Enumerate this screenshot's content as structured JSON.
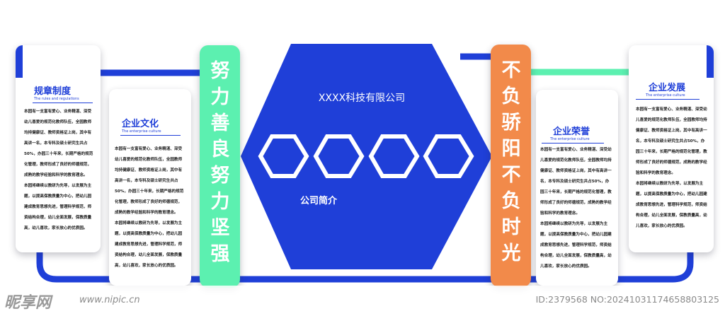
{
  "colors": {
    "primary_blue": "#1f3fd8",
    "green_accent": "#5cf0b0",
    "orange_accent": "#f28a4a"
  },
  "center": {
    "company_name": "XXXX科技有限公司",
    "intro_label": "公司简介"
  },
  "slogans": {
    "left": "努力善良  努力坚强",
    "right": "不负骄阳  不负时光"
  },
  "panels": {
    "rules": {
      "title": "规章制度",
      "subtitle": "The rules and regulations",
      "paragraphs": [
        "本园有一支富有爱心、业务精湛、深受幼儿喜爱的规范化教师队伍，全园教师均持健康证、教师资格证上岗，其中有高讲一名，本专科及硕士研究生共占50%，办园三十年来，长期严格的规范化管理，教师形成了良好的师德规范，成熟的教学经验和科学的教育理念。",
        "本园将继续以教研为先导，以发展为主题，以提高保教质量为中心，把幼儿园建成教育思想先进，管理科学规范，师资结构合理，幼儿全面发展，保教质量高，幼儿喜欢，家长放心的优质园。"
      ]
    },
    "culture": {
      "title": "企业文化",
      "subtitle": "The enterprise culture",
      "paragraphs": [
        "本园有一支富有爱心、业务精湛、深受幼儿喜爱的规范化教师队伍，全园教师均持健康证、教师资格证上岗，其中有高讲一名，本专科及硕士研究生共占50%，办园三十年来，长期严格的规范化管理，教师形成了良好的师德规范，成熟的教学经验和科学的教育理念。",
        "本园将继续以教研为先导，以发展为主题，以提高保教质量为中心，把幼儿园建成教育思想先进，管理科学规范，师资结构合理，幼儿全面发展，保教质量高，幼儿喜欢，家长放心的优质园。"
      ]
    },
    "honor": {
      "title": "企业荣誉",
      "subtitle": "The enterprise culture",
      "paragraphs": [
        "本园有一支富有爱心、业务精湛、深受幼儿喜爱的规范化教师队伍，全园教师均持健康证、教师资格证上岗，其中有高讲一名，本专科及硕士研究生共占50%，办园三十年来，长期严格的规范化管理，教师形成了良好的师德规范，成熟的教学经验和科学的教育理念。",
        "本园将继续以教研为先导，以发展为主题，以提高保教质量为中心，把幼儿园建成教育思想先进，管理科学规范，师资结构合理，幼儿全面发展，保教质量高，幼儿喜欢，家长放心的优质园。"
      ]
    },
    "development": {
      "title": "企业发展",
      "subtitle": "The enterprise culture",
      "paragraphs": [
        "本园有一支富有爱心、业务精湛、深受幼儿喜爱的规范化教师队伍，全园教师均持健康证、教师资格证上岗，其中有高讲一名，本专科及硕士研究生共占50%，办园三十年来，长期严格的规范化管理，教师形成了良好的师德规范，成熟的教学经验和科学的教育理念。",
        "本园将继续以教研为先导，以发展为主题，以提高保教质量为中心，把幼儿园建成教育思想先进，管理科学规范，师资结构合理，幼儿全面发展，保教质量高，幼儿喜欢，家长放心的优质园。"
      ]
    }
  },
  "watermark": {
    "logo_text": "昵享网",
    "url": "www.nipic.cn",
    "id_text": "ID:2379568 NO:20241031174658803125"
  }
}
